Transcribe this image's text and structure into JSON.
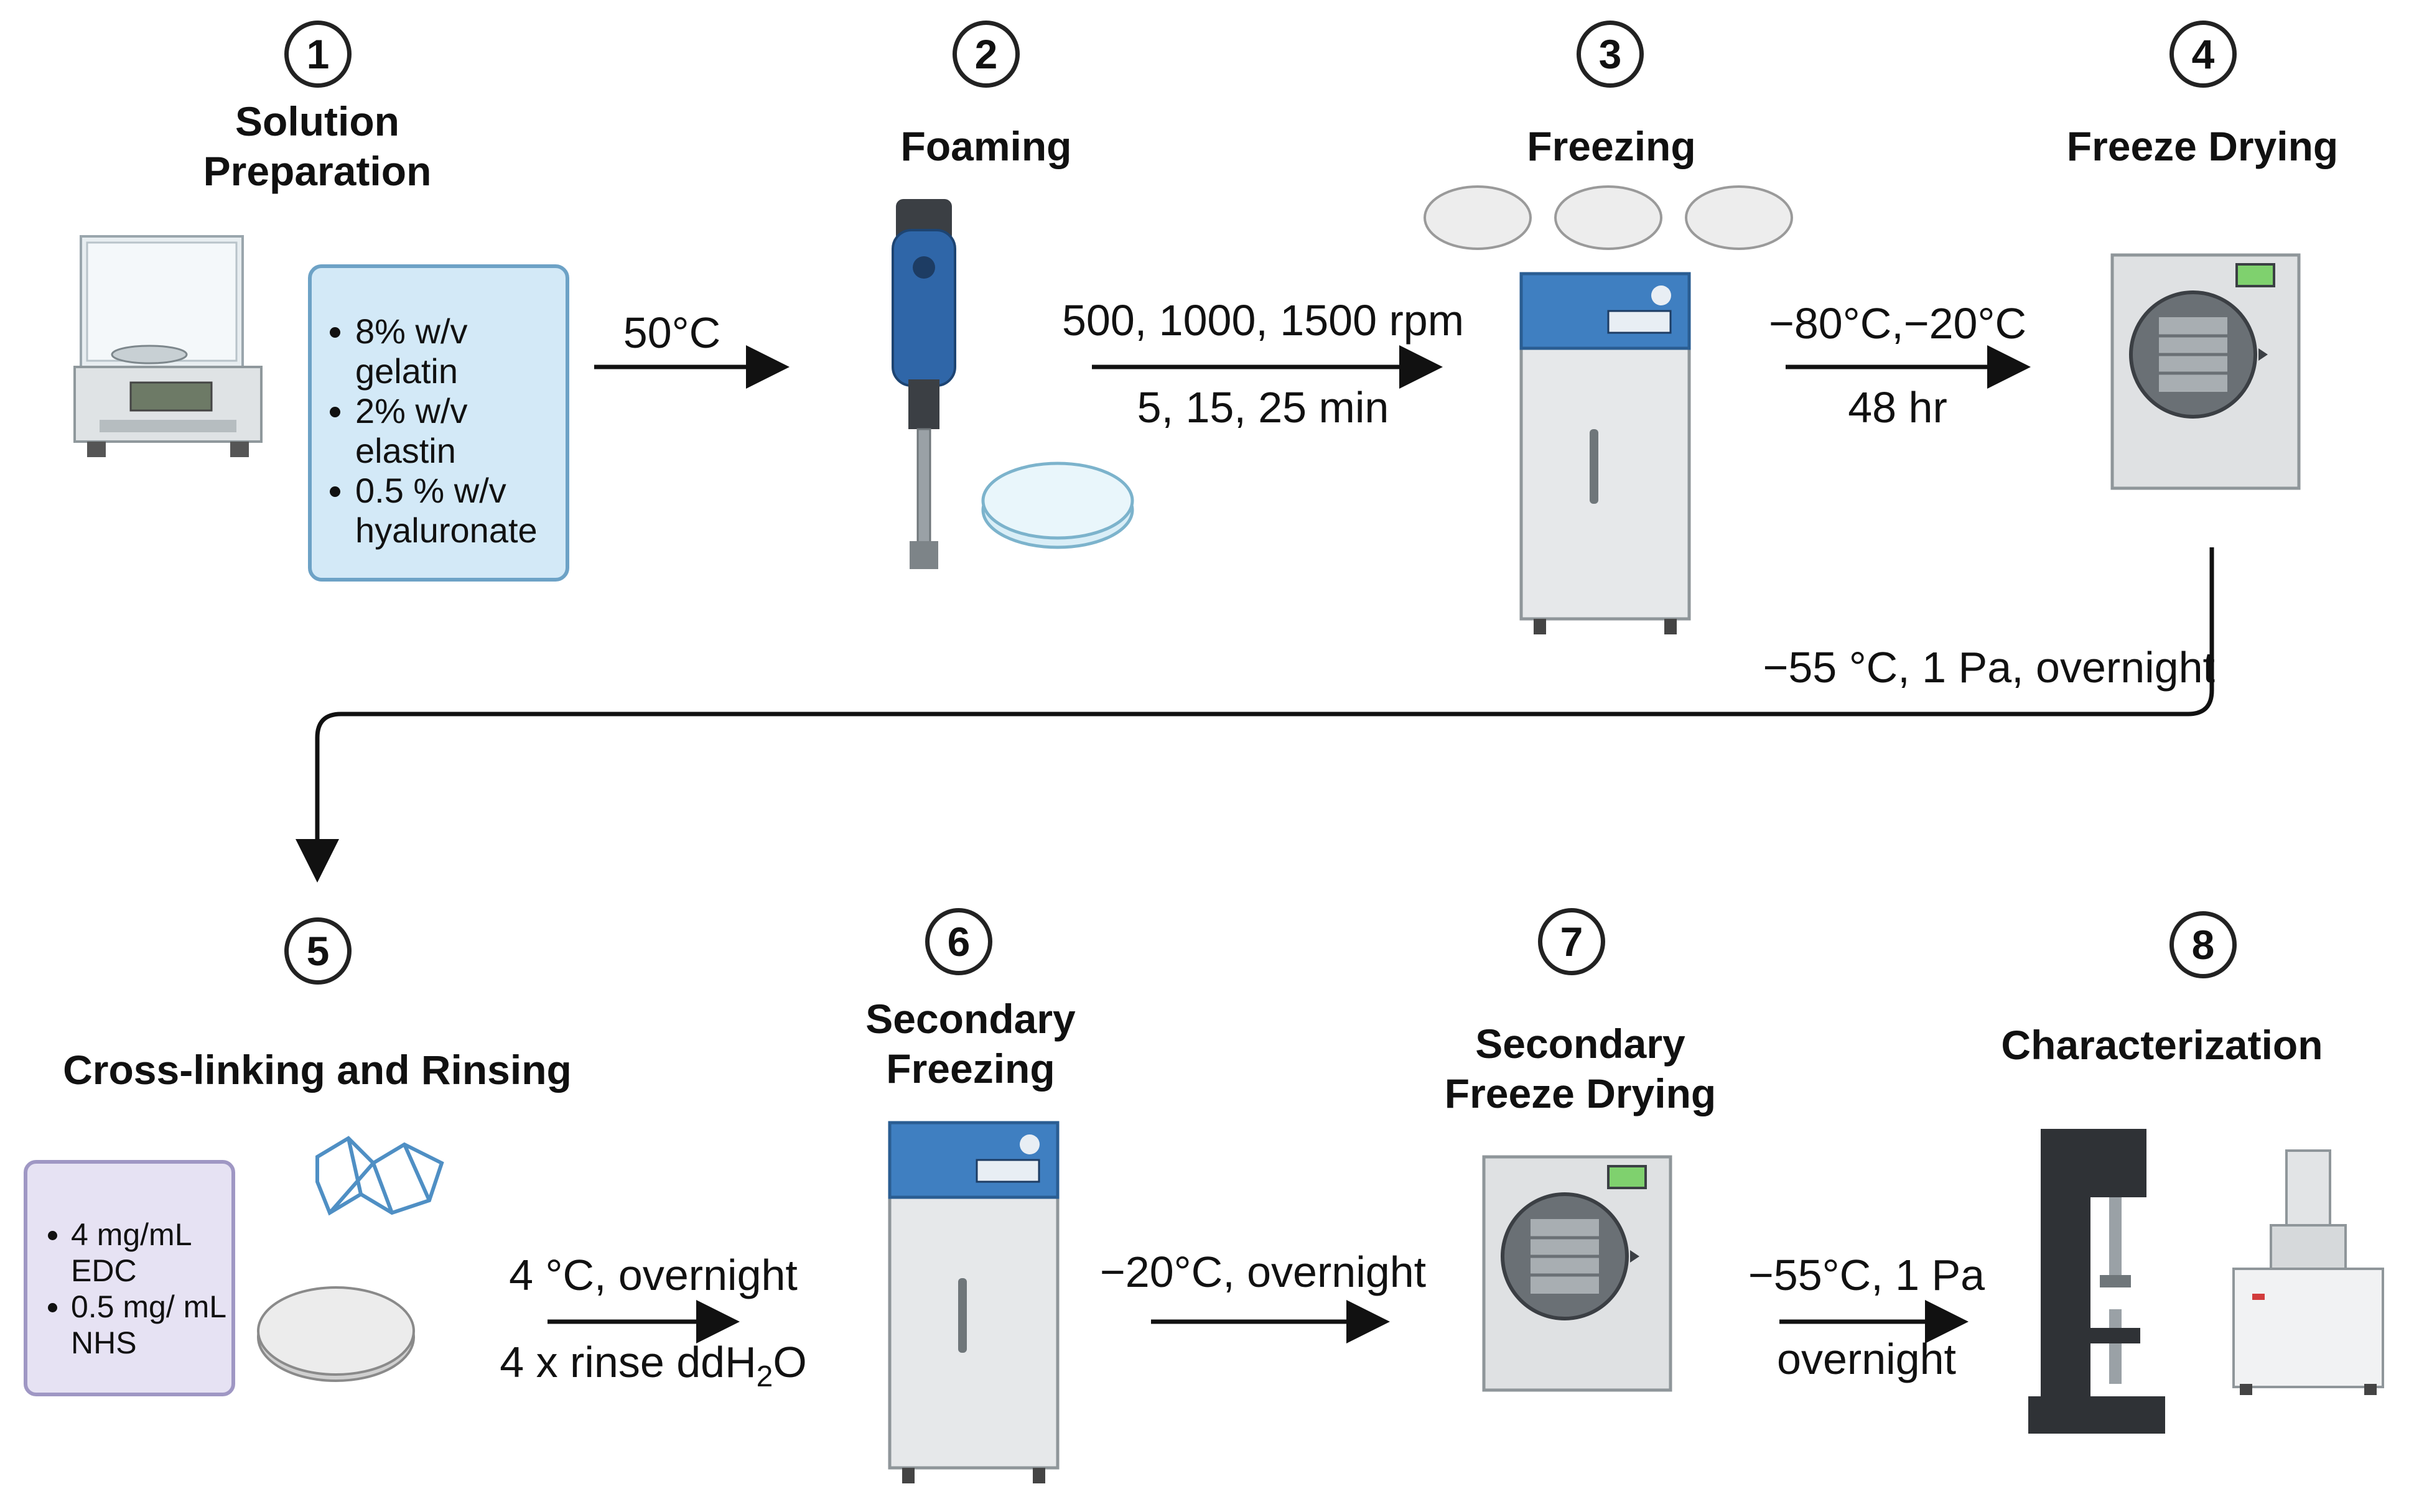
{
  "steps": [
    {
      "num": "1",
      "title": "Solution\nPreparation"
    },
    {
      "num": "2",
      "title": "Foaming"
    },
    {
      "num": "3",
      "title": "Freezing"
    },
    {
      "num": "4",
      "title": "Freeze Drying"
    },
    {
      "num": "5",
      "title": "Cross-linking and Rinsing"
    },
    {
      "num": "6",
      "title": "Secondary\nFreezing"
    },
    {
      "num": "7",
      "title": "Secondary\nFreeze Drying"
    },
    {
      "num": "8",
      "title": "Characterization"
    }
  ],
  "solution": {
    "items": [
      "8% w/v gelatin",
      "2% w/v elastin",
      "0.5 % w/v hyaluronate"
    ]
  },
  "crosslink": {
    "items": [
      "4 mg/mL EDC",
      "0.5 mg/ mL NHS"
    ]
  },
  "conditions": {
    "c1": "50°C",
    "c2a": "500, 1000, 1500 rpm",
    "c2b": "5, 15, 25 min",
    "c3a": "−80°C,−20°C",
    "c3b": "48 hr",
    "c4": "−55 °C, 1 Pa, overnight",
    "c5a": "4 °C, overnight",
    "c5b": "4 x rinse ddH",
    "c5b_sub": "2",
    "c5b_end": "O",
    "c6": "−20°C, overnight",
    "c7a": "−55°C, 1 Pa",
    "c7b": "overnight"
  },
  "colors": {
    "beaker_blue": "#d3e9f7",
    "beaker_purple": "#e6e2f3",
    "freezer_blue": "#3f7fc1",
    "mixer_blue": "#2f66a8",
    "arrow": "#111111"
  }
}
